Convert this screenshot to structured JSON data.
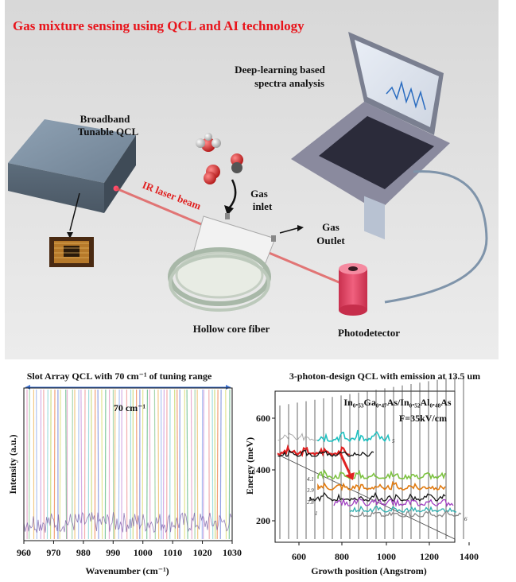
{
  "scene": {
    "title": "Gas mixture sensing using QCL and AI technology",
    "qcl_label_line1": "Broadband",
    "qcl_label_line2": "Tunable QCL",
    "laptop_label_line1": "Deep-learning based",
    "laptop_label_line2": "spectra analysis",
    "beam_label": "IR laser beam",
    "gas_inlet_line1": "Gas",
    "gas_inlet_line2": "inlet",
    "gas_outlet_line1": "Gas",
    "gas_outlet_line2": "Outlet",
    "fiber_label": "Hollow core fiber",
    "detector_label": "Photodetector",
    "colors": {
      "title": "#e8141b",
      "beam": "#e05050",
      "detector": "#e84a6a"
    }
  },
  "left_chart": {
    "title": "Slot Array  QCL with 70 cm⁻¹ of tuning range",
    "annotation": "70 cm⁻¹",
    "xlabel": "Wavenumber  (cm⁻¹)",
    "ylabel": "Intensity (a.u.)",
    "xticks": [
      "960",
      "970",
      "980",
      "990",
      "1000",
      "1010",
      "1020",
      "1030"
    ]
  },
  "right_chart": {
    "title": "3-photon-design QCL with emission at 13.5 um",
    "material_label": "In₀.₅₃Ga₀.₄₇As/In₀.₅₂Al₀.₄₈As",
    "field_label": "F=35kV/cm",
    "xlabel": "Growth position (Angstrom)",
    "ylabel": "Energy (meV)",
    "xticks": [
      "600",
      "800",
      "1000",
      "1200",
      "1400"
    ],
    "yticks": [
      "600",
      "400",
      "200"
    ],
    "level_labels": [
      "5",
      "4.1",
      "3.9",
      "2.8",
      "1",
      "6"
    ]
  },
  "chart_data": [
    {
      "type": "line",
      "title": "Slot Array  QCL with 70 cm⁻¹ of tuning range",
      "xlabel": "Wavenumber  (cm⁻¹)",
      "ylabel": "Intensity (a.u.)",
      "xlim": [
        960,
        1030
      ],
      "x_ticks": [
        960,
        970,
        980,
        990,
        1000,
        1010,
        1020,
        1030
      ],
      "tuning_range_cm-1": 70,
      "grid": false
    },
    {
      "type": "line",
      "title": "3-photon-design QCL with emission at 13.5 um",
      "xlabel": "Growth position (Angstrom)",
      "ylabel": "Energy (meV)",
      "xlim": [
        500,
        1400
      ],
      "ylim": [
        100,
        700
      ],
      "x_ticks": [
        600,
        800,
        1000,
        1200,
        1400
      ],
      "y_ticks": [
        200,
        400,
        600
      ],
      "grid": false
    }
  ]
}
